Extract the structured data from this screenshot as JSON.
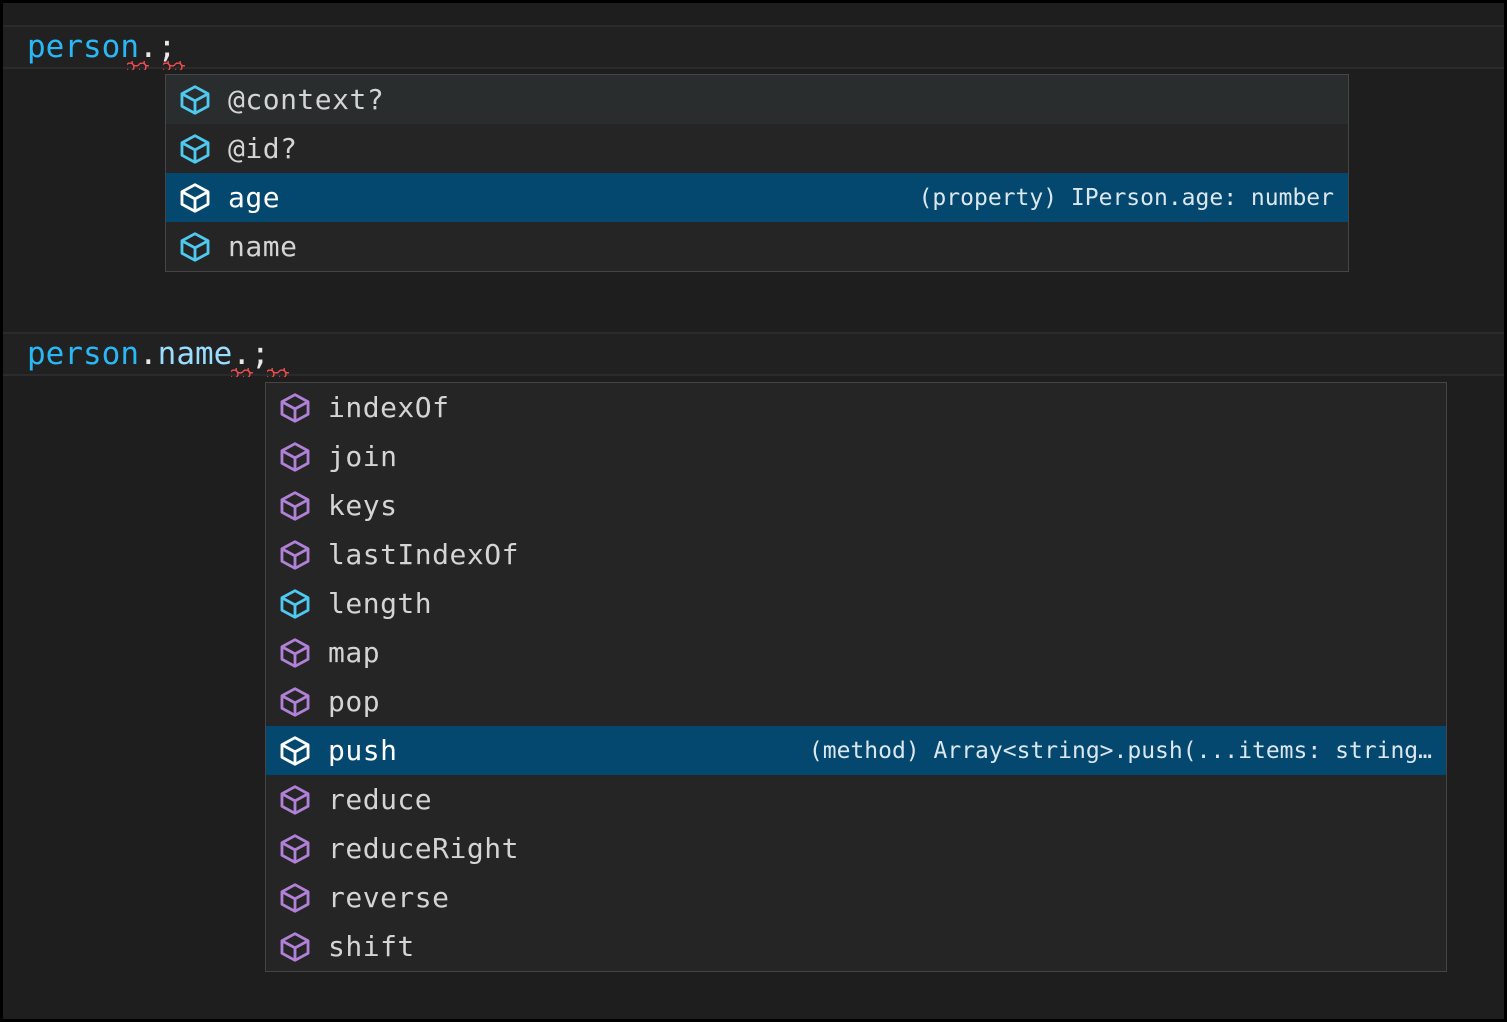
{
  "editor": {
    "theme_colors": {
      "background": "#1e1e1e",
      "current_line": "#212121",
      "identifier": "#29b8f5",
      "property": "#9cdcfe",
      "punctuation": "#e8e8e8",
      "error_squiggle": "#f14c4c",
      "popup_background": "#252526",
      "popup_border": "#454545",
      "selection": "#04486f",
      "hover": "#2a2d2e",
      "icon_property": "#4ec9f0",
      "icon_method": "#b180d7",
      "icon_selected": "#ffffff"
    },
    "lines": [
      {
        "id": "line-1",
        "tokens": [
          {
            "text": "person",
            "kind": "identifier"
          },
          {
            "text": ".",
            "kind": "punctuation"
          },
          {
            "text": ";",
            "kind": "punctuation"
          }
        ],
        "plain": "person.;"
      },
      {
        "id": "line-2",
        "tokens": [
          {
            "text": "person",
            "kind": "identifier"
          },
          {
            "text": ".",
            "kind": "punctuation"
          },
          {
            "text": "name",
            "kind": "property"
          },
          {
            "text": ".",
            "kind": "punctuation"
          },
          {
            "text": ";",
            "kind": "punctuation"
          }
        ],
        "plain": "person.name.;"
      }
    ]
  },
  "suggest_widgets": [
    {
      "name": "person-member-completions",
      "anchor_line": "person.;",
      "items": [
        {
          "label": "@context?",
          "icon": "cube-property-icon",
          "icon_kind": "property",
          "detail": "",
          "state": "hovered"
        },
        {
          "label": "@id?",
          "icon": "cube-property-icon",
          "icon_kind": "property",
          "detail": "",
          "state": "normal"
        },
        {
          "label": "age",
          "icon": "cube-property-icon",
          "icon_kind": "property",
          "detail": "(property) IPerson.age: number",
          "state": "focused"
        },
        {
          "label": "name",
          "icon": "cube-property-icon",
          "icon_kind": "property",
          "detail": "",
          "state": "normal"
        }
      ]
    },
    {
      "name": "string-array-member-completions",
      "anchor_line": "person.name.;",
      "items": [
        {
          "label": "indexOf",
          "icon": "cube-method-icon",
          "icon_kind": "method",
          "detail": "",
          "state": "normal"
        },
        {
          "label": "join",
          "icon": "cube-method-icon",
          "icon_kind": "method",
          "detail": "",
          "state": "normal"
        },
        {
          "label": "keys",
          "icon": "cube-method-icon",
          "icon_kind": "method",
          "detail": "",
          "state": "normal"
        },
        {
          "label": "lastIndexOf",
          "icon": "cube-method-icon",
          "icon_kind": "method",
          "detail": "",
          "state": "normal"
        },
        {
          "label": "length",
          "icon": "cube-property-icon",
          "icon_kind": "property",
          "detail": "",
          "state": "normal"
        },
        {
          "label": "map",
          "icon": "cube-method-icon",
          "icon_kind": "method",
          "detail": "",
          "state": "normal"
        },
        {
          "label": "pop",
          "icon": "cube-method-icon",
          "icon_kind": "method",
          "detail": "",
          "state": "normal"
        },
        {
          "label": "push",
          "icon": "cube-method-icon",
          "icon_kind": "method",
          "detail": "(method) Array<string>.push(...items: string…",
          "state": "focused"
        },
        {
          "label": "reduce",
          "icon": "cube-method-icon",
          "icon_kind": "method",
          "detail": "",
          "state": "normal"
        },
        {
          "label": "reduceRight",
          "icon": "cube-method-icon",
          "icon_kind": "method",
          "detail": "",
          "state": "normal"
        },
        {
          "label": "reverse",
          "icon": "cube-method-icon",
          "icon_kind": "method",
          "detail": "",
          "state": "normal"
        },
        {
          "label": "shift",
          "icon": "cube-method-icon",
          "icon_kind": "method",
          "detail": "",
          "state": "normal"
        }
      ]
    }
  ]
}
